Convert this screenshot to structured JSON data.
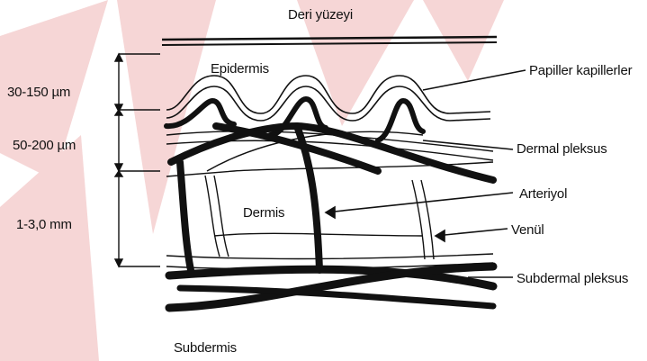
{
  "title": "Deri yüzeyi",
  "layers": {
    "epidermis": "Epidermis",
    "dermis": "Dermis",
    "subdermis": "Subdermis"
  },
  "measurements": {
    "epidermis_thickness": "30-150 µm",
    "papillary_thickness": "50-200 µm",
    "dermis_thickness": "1-3,0 mm"
  },
  "structures": {
    "papillary_capillaries": "Papiller kapillerler",
    "dermal_plexus": "Dermal pleksus",
    "arteriole": "Arteriyol",
    "venule": "Venül",
    "subdermal_plexus": "Subdermal pleksus"
  },
  "colors": {
    "ink": "#111111",
    "watermark": "#f6d6d6"
  }
}
